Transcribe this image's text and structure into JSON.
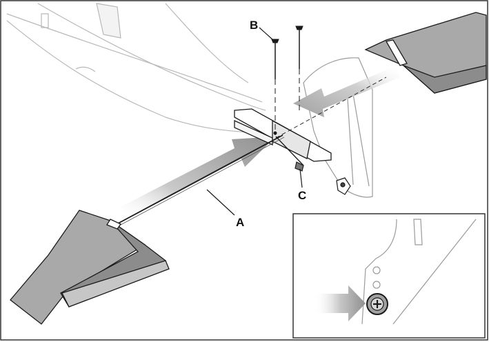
{
  "figure": {
    "callouts": {
      "a": "A",
      "b": "B",
      "c": "C"
    }
  },
  "colors": {
    "outline": "#1a1a1a",
    "surface_gray": "#a9a9a9",
    "surface_dark": "#8c8c8c",
    "arrow_gray": "#9a9a9a",
    "fuselage_line": "#b8b8b8"
  },
  "icons": [
    "screw-icon",
    "insert-arrow-icon",
    "screw-head-icon"
  ]
}
